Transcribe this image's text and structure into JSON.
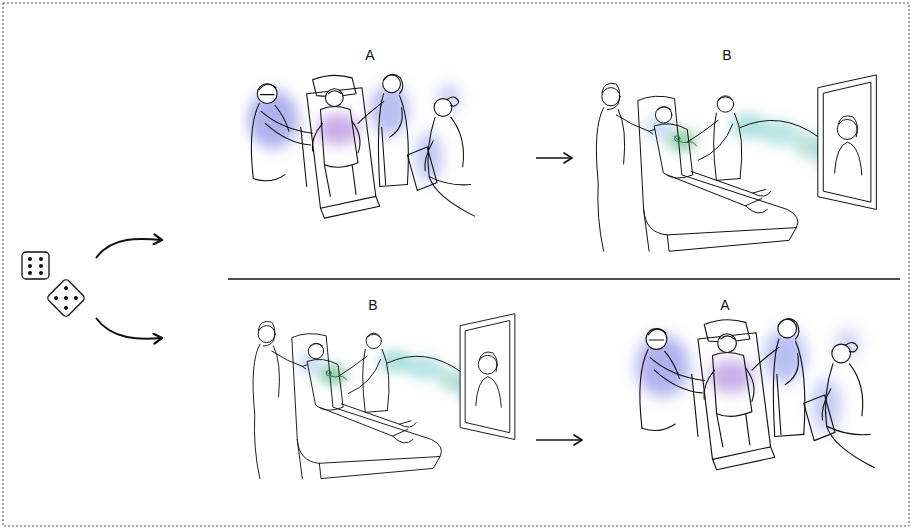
{
  "diagram": {
    "nodes": [
      {
        "text": [
          "A"
        ]
      },
      {
        "text": [
          "B"
        ]
      },
      {
        "text": [
          "B"
        ]
      },
      {
        "text": [
          "A"
        ]
      }
    ],
    "edges": [
      {
        "from": 0,
        "to": 1,
        "arrow": "to"
      },
      {
        "from": 2,
        "to": 3,
        "arrow": "to"
      }
    ]
  }
}
